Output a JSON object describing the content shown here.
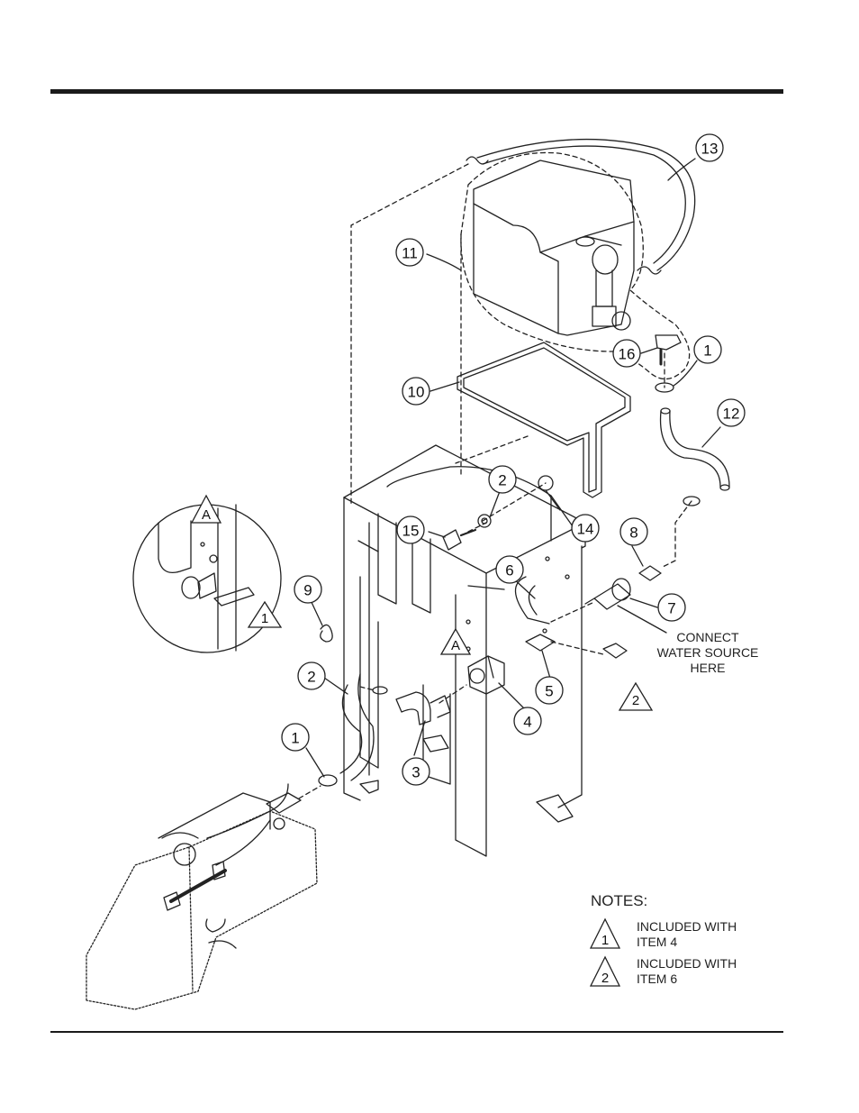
{
  "diagram": {
    "callouts": [
      "1",
      "2",
      "3",
      "4",
      "5",
      "6",
      "7",
      "8",
      "9",
      "10",
      "11",
      "12",
      "13",
      "14",
      "15",
      "16"
    ],
    "detail_marker": "A",
    "annotation": {
      "line1": "CONNECT",
      "line2": "WATER SOURCE",
      "line3": "HERE"
    }
  },
  "notes": {
    "title": "NOTES:",
    "items": [
      {
        "symbol": "1",
        "line1": "INCLUDED WITH",
        "line2": "ITEM 4"
      },
      {
        "symbol": "2",
        "line1": "INCLUDED WITH",
        "line2": "ITEM 6"
      }
    ]
  }
}
